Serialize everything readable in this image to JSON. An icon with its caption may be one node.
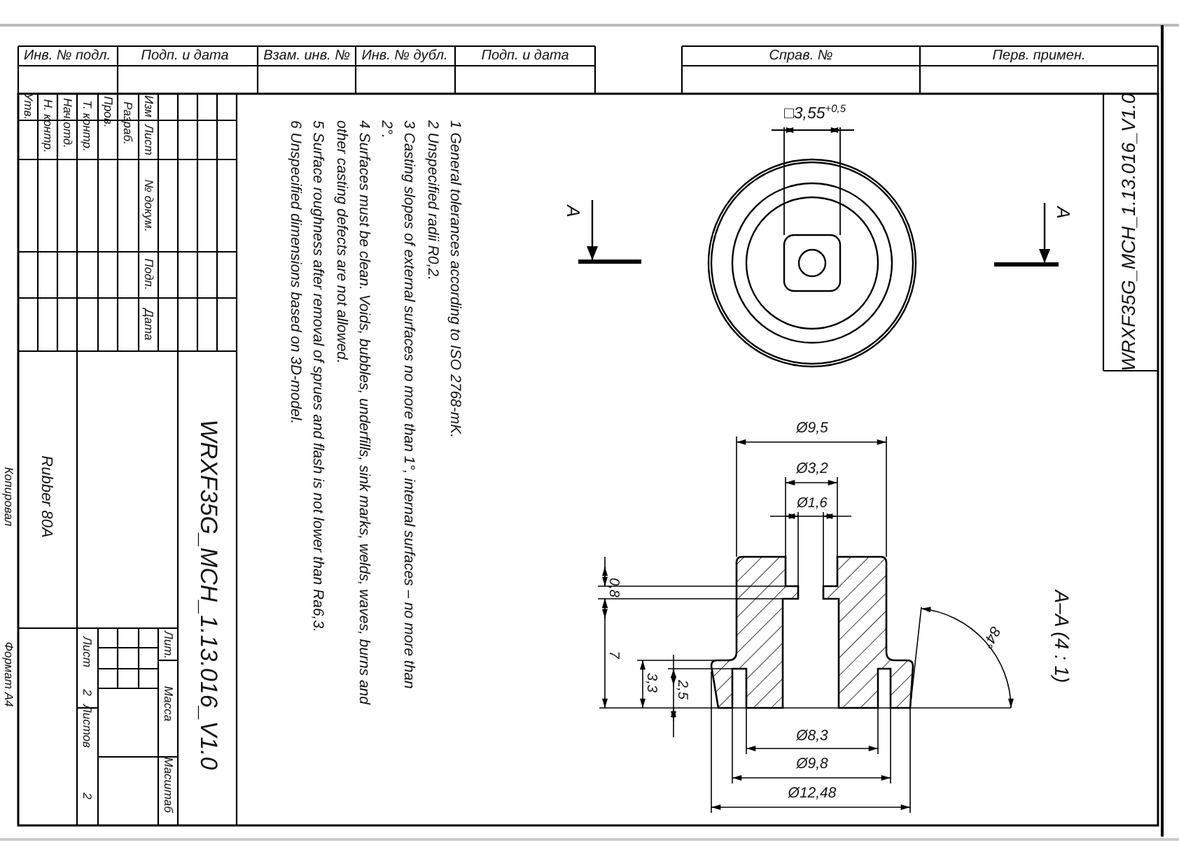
{
  "diagram": {
    "labels": [
      "Инв. № подл.",
      "Подп. и дата",
      "Взам. инв. №",
      "Инв. № дубл.",
      "Подп. и дата",
      "Справ. №",
      "Перв. примен.",
      "Изм",
      "Лист",
      "№ докум.",
      "Подп.",
      "Дата",
      "Разраб.",
      "Пров.",
      "Т. контр.",
      "Нач.отд.",
      "Н. контр.",
      "Утв.",
      "WRXF35G_MCH_1.13.016_V1.0",
      "Лит.",
      "Масса",
      "Масштаб",
      "Лист",
      "2",
      "Листов",
      "2",
      "Rubber 80A",
      "Копировал",
      "Формат A4",
      "1 General tolerances according to ISO 2768-mK.",
      "2 Unspecified radii R0,2.",
      "3 Casting slopes of external surfaces no more than 1°, internal surfaces – no more than 2°.",
      "4 Surfaces must be clean. Voids, bubbles, underfills, sink marks, welds, waves, burns and other casting defects are not allowed.",
      "5 Surface roughness after removal of sprues and flash is not lower than Ra6,3.",
      "6 Unspecified dimensions based on 3D-model.",
      "WRXF35G_MCH_1.13.016_V1.0",
      "□3,55$^{+0,5}$",
      "A",
      "A",
      "Ø9,5",
      "Ø3,2",
      "Ø1,6",
      "0,8",
      "7",
      "3,3",
      "2,5",
      "Ø8,3",
      "Ø9,8",
      "Ø12,48",
      "84°",
      "A–A (4 : 1)"
    ]
  }
}
